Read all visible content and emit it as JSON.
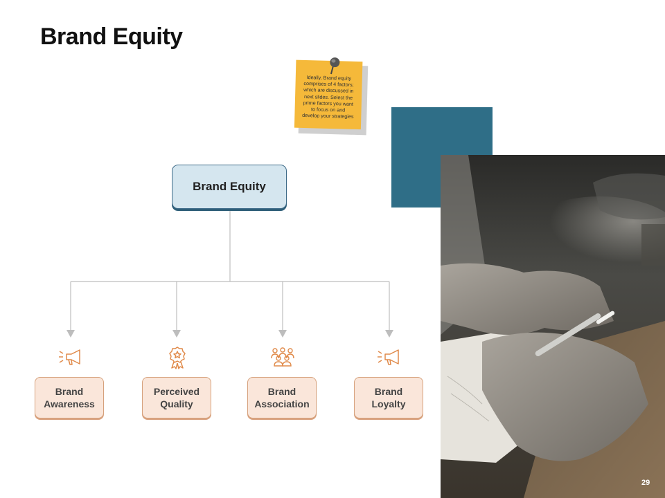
{
  "slide": {
    "title": "Brand Equity",
    "page_number": "29"
  },
  "sticky_note": {
    "lines": [
      "Ideally,  Brand equity",
      "comprises of 4 factors;",
      "which are discussed in",
      "next slides. Select the",
      "prime factors you want",
      "to focus on and",
      "develop your strategies"
    ]
  },
  "diagram": {
    "root": {
      "label": "Brand Equity"
    },
    "factors": [
      {
        "label": "Brand\nAwareness",
        "icon": "megaphone-icon"
      },
      {
        "label": "Perceived\nQuality",
        "icon": "award-badge-icon"
      },
      {
        "label": "Brand\nAssociation",
        "icon": "people-group-icon"
      },
      {
        "label": "Brand\nLoyalty",
        "icon": "megaphone-icon"
      }
    ]
  },
  "colors": {
    "accent_teal": "#2f6e87",
    "root_fill": "#d5e6ef",
    "factor_fill": "#fae6da",
    "factor_border": "#d6a17c",
    "icon_orange": "#e08a4a",
    "connector_gray": "#bdbdbd",
    "note_yellow": "#f5b93a"
  }
}
